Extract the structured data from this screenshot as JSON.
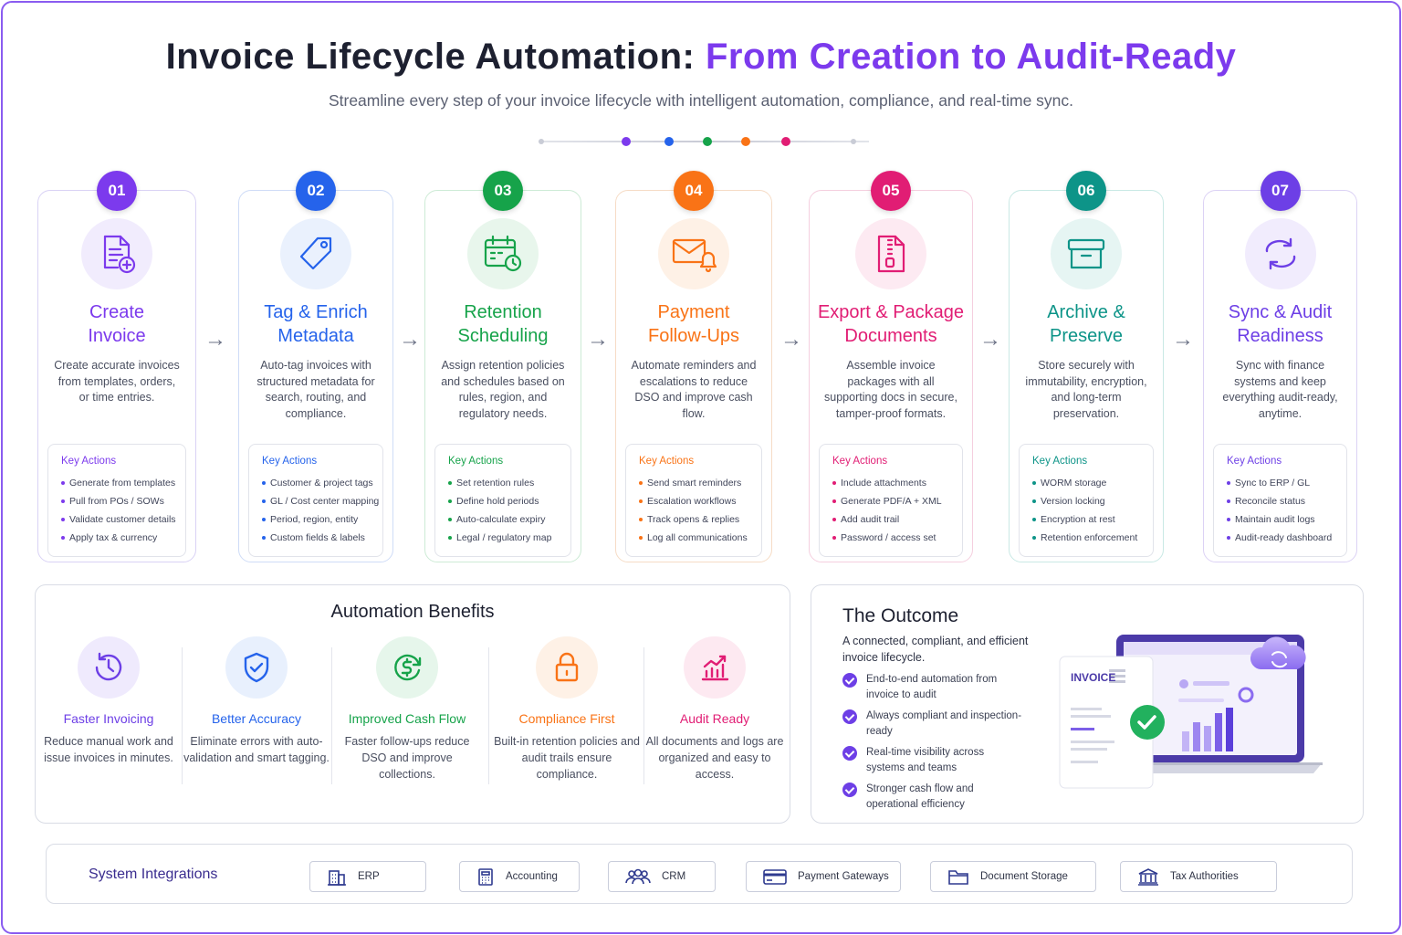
{
  "header": {
    "title_main": "Invoice Lifecycle Automation:",
    "title_accent": "From Creation to Audit-Ready",
    "subtitle": "Streamline every step of your invoice lifecycle with intelligent automation, compliance, and real-time sync."
  },
  "colors": {
    "purple": "#7c3aed",
    "blue": "#2563eb",
    "green": "#16a34a",
    "orange": "#f97316",
    "pink": "#e11d74",
    "teal": "#0d9488",
    "violet": "#6d3fe6"
  },
  "steps": [
    {
      "number": "01",
      "icon": "document-plus-icon",
      "title_line1": "Create",
      "title_line2": "Invoice",
      "description": "Create accurate invoices from templates, orders, or time entries.",
      "key_actions_label": "Key Actions",
      "actions": [
        "Generate from templates",
        "Pull from POs / SOWs",
        "Validate customer details",
        "Apply tax & currency"
      ]
    },
    {
      "number": "02",
      "icon": "tag-icon",
      "title_line1": "Tag & Enrich",
      "title_line2": "Metadata",
      "description": "Auto-tag invoices with structured metadata for search, routing, and compliance.",
      "key_actions_label": "Key Actions",
      "actions": [
        "Customer & project tags",
        "GL / Cost center mapping",
        "Period, region, entity",
        "Custom fields & labels"
      ]
    },
    {
      "number": "03",
      "icon": "calendar-clock-icon",
      "title_line1": "Retention",
      "title_line2": "Scheduling",
      "description": "Assign retention policies and schedules based on rules, region, and regulatory needs.",
      "key_actions_label": "Key Actions",
      "actions": [
        "Set retention rules",
        "Define hold periods",
        "Auto-calculate expiry",
        "Legal / regulatory map"
      ]
    },
    {
      "number": "04",
      "icon": "mail-bell-icon",
      "title_line1": "Payment",
      "title_line2": "Follow-Ups",
      "description": "Automate reminders and escalations to reduce DSO and improve cash flow.",
      "key_actions_label": "Key Actions",
      "actions": [
        "Send smart reminders",
        "Escalation workflows",
        "Track opens & replies",
        "Log all communications"
      ]
    },
    {
      "number": "05",
      "icon": "zip-file-icon",
      "title_line1": "Export & Package",
      "title_line2": "Documents",
      "description": "Assemble invoice packages with all supporting docs in secure, tamper-proof formats.",
      "key_actions_label": "Key Actions",
      "actions": [
        "Include attachments",
        "Generate PDF/A + XML",
        "Add audit trail",
        "Password / access set"
      ]
    },
    {
      "number": "06",
      "icon": "archive-box-icon",
      "title_line1": "Archive &",
      "title_line2": "Preserve",
      "description": "Store securely with immutability, encryption, and long-term preservation.",
      "key_actions_label": "Key Actions",
      "actions": [
        "WORM storage",
        "Version locking",
        "Encryption at rest",
        "Retention enforcement"
      ]
    },
    {
      "number": "07",
      "icon": "sync-icon",
      "title_line1": "Sync & Audit",
      "title_line2": "Readiness",
      "description": "Sync with finance systems and keep everything audit-ready, anytime.",
      "key_actions_label": "Key Actions",
      "actions": [
        "Sync to ERP / GL",
        "Reconcile status",
        "Maintain audit logs",
        "Audit-ready dashboard"
      ]
    }
  ],
  "benefits": {
    "title": "Automation Benefits",
    "items": [
      {
        "icon": "clock-history-icon",
        "title": "Faster Invoicing",
        "description": "Reduce manual work and issue invoices in minutes."
      },
      {
        "icon": "shield-check-icon",
        "title": "Better Accuracy",
        "description": "Eliminate errors with auto-validation and smart tagging."
      },
      {
        "icon": "dollar-cycle-icon",
        "title": "Improved Cash Flow",
        "description": "Faster follow-ups reduce DSO and improve collections."
      },
      {
        "icon": "padlock-icon",
        "title": "Compliance First",
        "description": "Built-in retention policies and audit trails ensure compliance."
      },
      {
        "icon": "bar-chart-up-icon",
        "title": "Audit Ready",
        "description": "All documents and logs are organized and easy to access."
      }
    ]
  },
  "outcome": {
    "title": "The Outcome",
    "subtitle": "A connected, compliant, and efficient invoice lifecycle.",
    "items": [
      "End-to-end automation from invoice to audit",
      "Always compliant and inspection-ready",
      "Real-time visibility across systems and teams",
      "Stronger cash flow and operational efficiency"
    ],
    "illustration_invoice_label": "INVOICE"
  },
  "integrations": {
    "title": "System Integrations",
    "items": [
      {
        "icon": "building-icon",
        "label": "ERP"
      },
      {
        "icon": "calculator-icon",
        "label": "Accounting"
      },
      {
        "icon": "people-icon",
        "label": "CRM"
      },
      {
        "icon": "credit-card-icon",
        "label": "Payment Gateways"
      },
      {
        "icon": "folder-icon",
        "label": "Document Storage"
      },
      {
        "icon": "bank-icon",
        "label": "Tax Authorities"
      }
    ]
  }
}
